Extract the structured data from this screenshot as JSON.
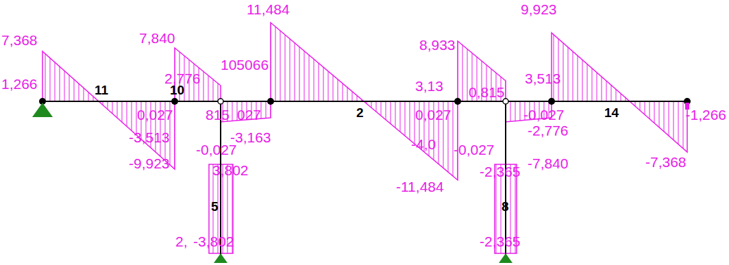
{
  "diagram": {
    "labels": [
      "7,368",
      "1,266",
      "11",
      "7,840",
      "2,776",
      "10",
      "105066",
      "11,484",
      "0,027",
      "815",
      "027",
      "-3,513",
      "-3,163",
      "-0,027",
      "-9,923",
      "3,802",
      "5",
      "2,",
      "-3,802",
      "2",
      "8,933",
      "3,13",
      "3,513",
      "9,923",
      "0,815",
      "0,027",
      "-0,027",
      "14",
      "-1,266",
      "-2,776",
      "-4,0",
      "-0,027",
      "-7,840",
      "-7,368",
      "-11,484",
      "-2,365",
      "8",
      "-2,365"
    ]
  }
}
